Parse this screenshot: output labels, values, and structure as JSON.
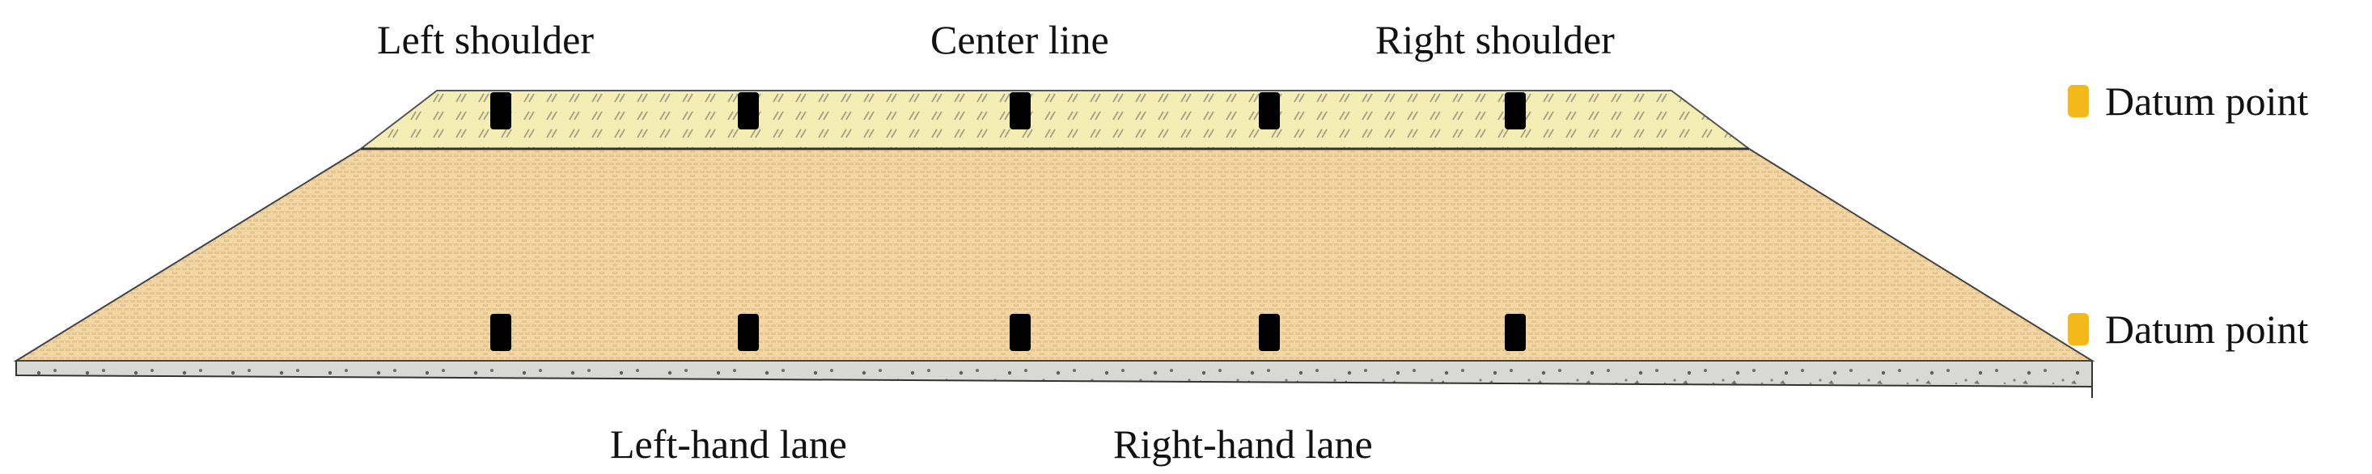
{
  "labels": {
    "left_shoulder": "Left shoulder",
    "center_line": "Center line",
    "right_shoulder": "Right shoulder",
    "left_lane": "Left-hand lane",
    "right_lane": "Right-hand lane"
  },
  "legend": {
    "top": "Datum point",
    "bottom": "Datum point"
  },
  "colors": {
    "top_layer": "#f4eeb4",
    "embankment": "#f2d7a4",
    "base": "#d8d8d4",
    "datum_point": "#f5b81b",
    "marker": "#000000",
    "outline": "#333333"
  },
  "marker_count_per_row": 5
}
